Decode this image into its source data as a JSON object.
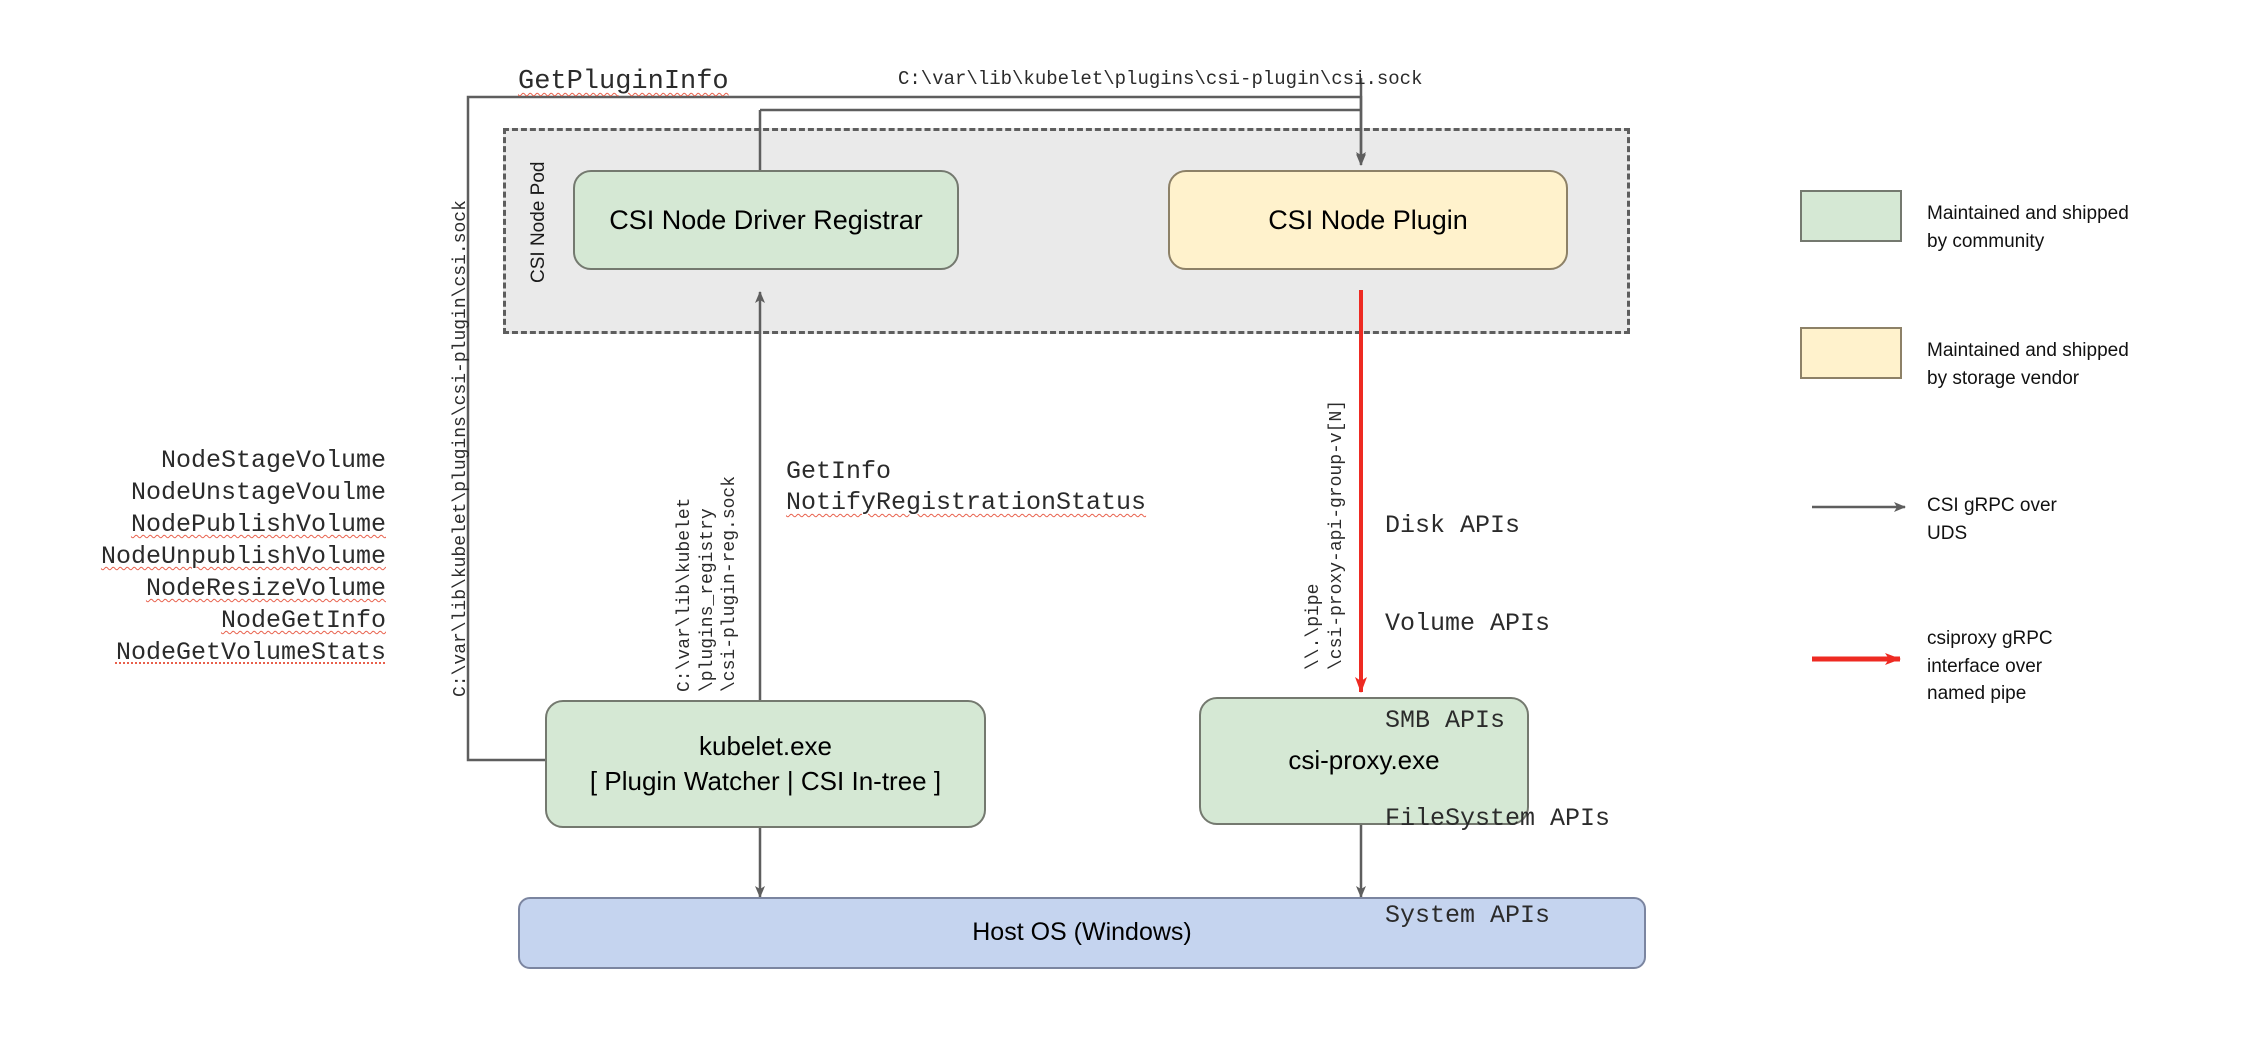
{
  "diagram": {
    "title": "CSI Proxy architecture on Windows",
    "colors": {
      "community_green": "#d5e8d4",
      "vendor_yellow": "#fff2cc",
      "host_blue": "#c5d4ef",
      "pod_gray": "#eaeaea",
      "edge_gray": "#5e5e5e",
      "edge_red": "#ee2a22"
    }
  },
  "pod": {
    "label": "CSI Node Pod"
  },
  "nodes": {
    "registrar": "CSI Node Driver Registrar",
    "node_plugin": "CSI Node Plugin",
    "kubelet": "kubelet.exe\n[ Plugin Watcher | CSI In-tree ]",
    "csi_proxy": "csi-proxy.exe",
    "host_os": "Host OS (Windows)"
  },
  "edge_labels": {
    "get_plugin_info": "GetPluginInfo",
    "csi_sock_path_top": "C:\\var\\lib\\kubelet\\plugins\\csi-plugin\\csi.sock",
    "csi_sock_path_vertical": "C:\\var\\lib\\kubelet\\plugins\\csi-plugin\\csi.sock",
    "registry_sock_vertical": "C:\\var\\lib\\kubelet\n\\plugins_registry\n\\csi-plugin-reg.sock",
    "named_pipe_vertical": "\\\\.\\pipe\n\\csi-proxy-api-group-v[N]",
    "get_info": "GetInfo",
    "notify_registration_status": "NotifyRegistrationStatus"
  },
  "node_apis": {
    "items": [
      {
        "label": "NodeStageVolume",
        "underline": "none"
      },
      {
        "label": "NodeUnstageVoulme",
        "underline": "none"
      },
      {
        "label": "NodePublishVolume",
        "underline": "squiggle"
      },
      {
        "label": "NodeUnpublishVolume",
        "underline": "squiggle"
      },
      {
        "label": "NodeResizeVolume",
        "underline": "squiggle"
      },
      {
        "label": "NodeGetInfo",
        "underline": "squiggle"
      },
      {
        "label": "NodeGetVolumeStats",
        "underline": "dotted"
      }
    ]
  },
  "proxy_apis": {
    "items": [
      "Disk APIs",
      "Volume APIs",
      "SMB APIs",
      "FileSystem APIs",
      "System APIs"
    ]
  },
  "legend": {
    "items": [
      {
        "kind": "swatch-green",
        "text": "Maintained and shipped\nby community"
      },
      {
        "kind": "swatch-yellow",
        "text": "Maintained and shipped\nby storage vendor"
      },
      {
        "kind": "arrow-gray",
        "text": "CSI gRPC over\nUDS"
      },
      {
        "kind": "arrow-red",
        "text": "csiproxy gRPC\ninterface over\nnamed pipe"
      }
    ]
  }
}
